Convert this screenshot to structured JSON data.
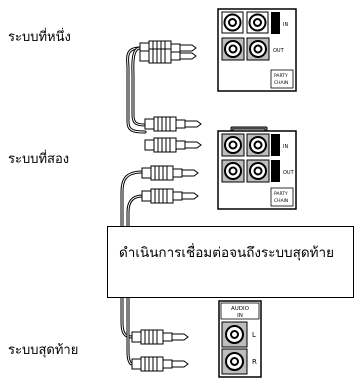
{
  "labels": {
    "system_first": "ระบบที่หนึ่ง",
    "system_second": "ระบบที่สอง",
    "system_last": "ระบบสุดท้าย"
  },
  "note": {
    "text": "ดำเนินการเชื่อมต่อจนถึงระบบสุดท้าย"
  },
  "panel": {
    "party_in": "IN",
    "party_out": "OUT",
    "party_chain_1": "PARTY",
    "party_chain_2": "CHAIN",
    "audio_in_1": "AUDIO",
    "audio_in_2": "IN",
    "left": "L",
    "right": "R"
  }
}
